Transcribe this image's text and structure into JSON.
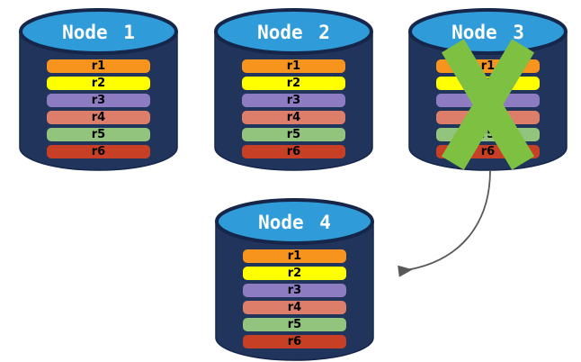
{
  "palette": {
    "background": "#FFFFFF",
    "cylinder_body": "#20345C",
    "cylinder_edge": "#15264A",
    "cylinder_top": "#2F9CD9",
    "title_text": "#FFFFFF",
    "record_text": "#000000",
    "failure_x": "#7EC142",
    "arrow": "#595959"
  },
  "nodes": [
    {
      "id": "node-1",
      "title": "Node 1",
      "failed": false,
      "records": [
        {
          "label": "r1",
          "color": "#F7941E"
        },
        {
          "label": "r2",
          "color": "#FFFF00"
        },
        {
          "label": "r3",
          "color": "#8E7CC3"
        },
        {
          "label": "r4",
          "color": "#DD7E6B"
        },
        {
          "label": "r5",
          "color": "#93C47D"
        },
        {
          "label": "r6",
          "color": "#C74026"
        }
      ]
    },
    {
      "id": "node-2",
      "title": "Node 2",
      "failed": false,
      "records": [
        {
          "label": "r1",
          "color": "#F7941E"
        },
        {
          "label": "r2",
          "color": "#FFFF00"
        },
        {
          "label": "r3",
          "color": "#8E7CC3"
        },
        {
          "label": "r4",
          "color": "#DD7E6B"
        },
        {
          "label": "r5",
          "color": "#93C47D"
        },
        {
          "label": "r6",
          "color": "#C74026"
        }
      ]
    },
    {
      "id": "node-3",
      "title": "Node 3",
      "failed": true,
      "records": [
        {
          "label": "r1",
          "color": "#F7941E"
        },
        {
          "label": "r2",
          "color": "#FFFF00"
        },
        {
          "label": "r3",
          "color": "#8E7CC3"
        },
        {
          "label": "r4",
          "color": "#DD7E6B"
        },
        {
          "label": "r5",
          "color": "#93C47D"
        },
        {
          "label": "r6",
          "color": "#C74026"
        }
      ]
    },
    {
      "id": "node-4",
      "title": "Node 4",
      "failed": false,
      "records": [
        {
          "label": "r1",
          "color": "#F7941E"
        },
        {
          "label": "r2",
          "color": "#FFFF00"
        },
        {
          "label": "r3",
          "color": "#8E7CC3"
        },
        {
          "label": "r4",
          "color": "#DD7E6B"
        },
        {
          "label": "r5",
          "color": "#93C47D"
        },
        {
          "label": "r6",
          "color": "#C74026"
        }
      ]
    }
  ],
  "arrow": {
    "from": "node-3",
    "to": "node-4"
  }
}
